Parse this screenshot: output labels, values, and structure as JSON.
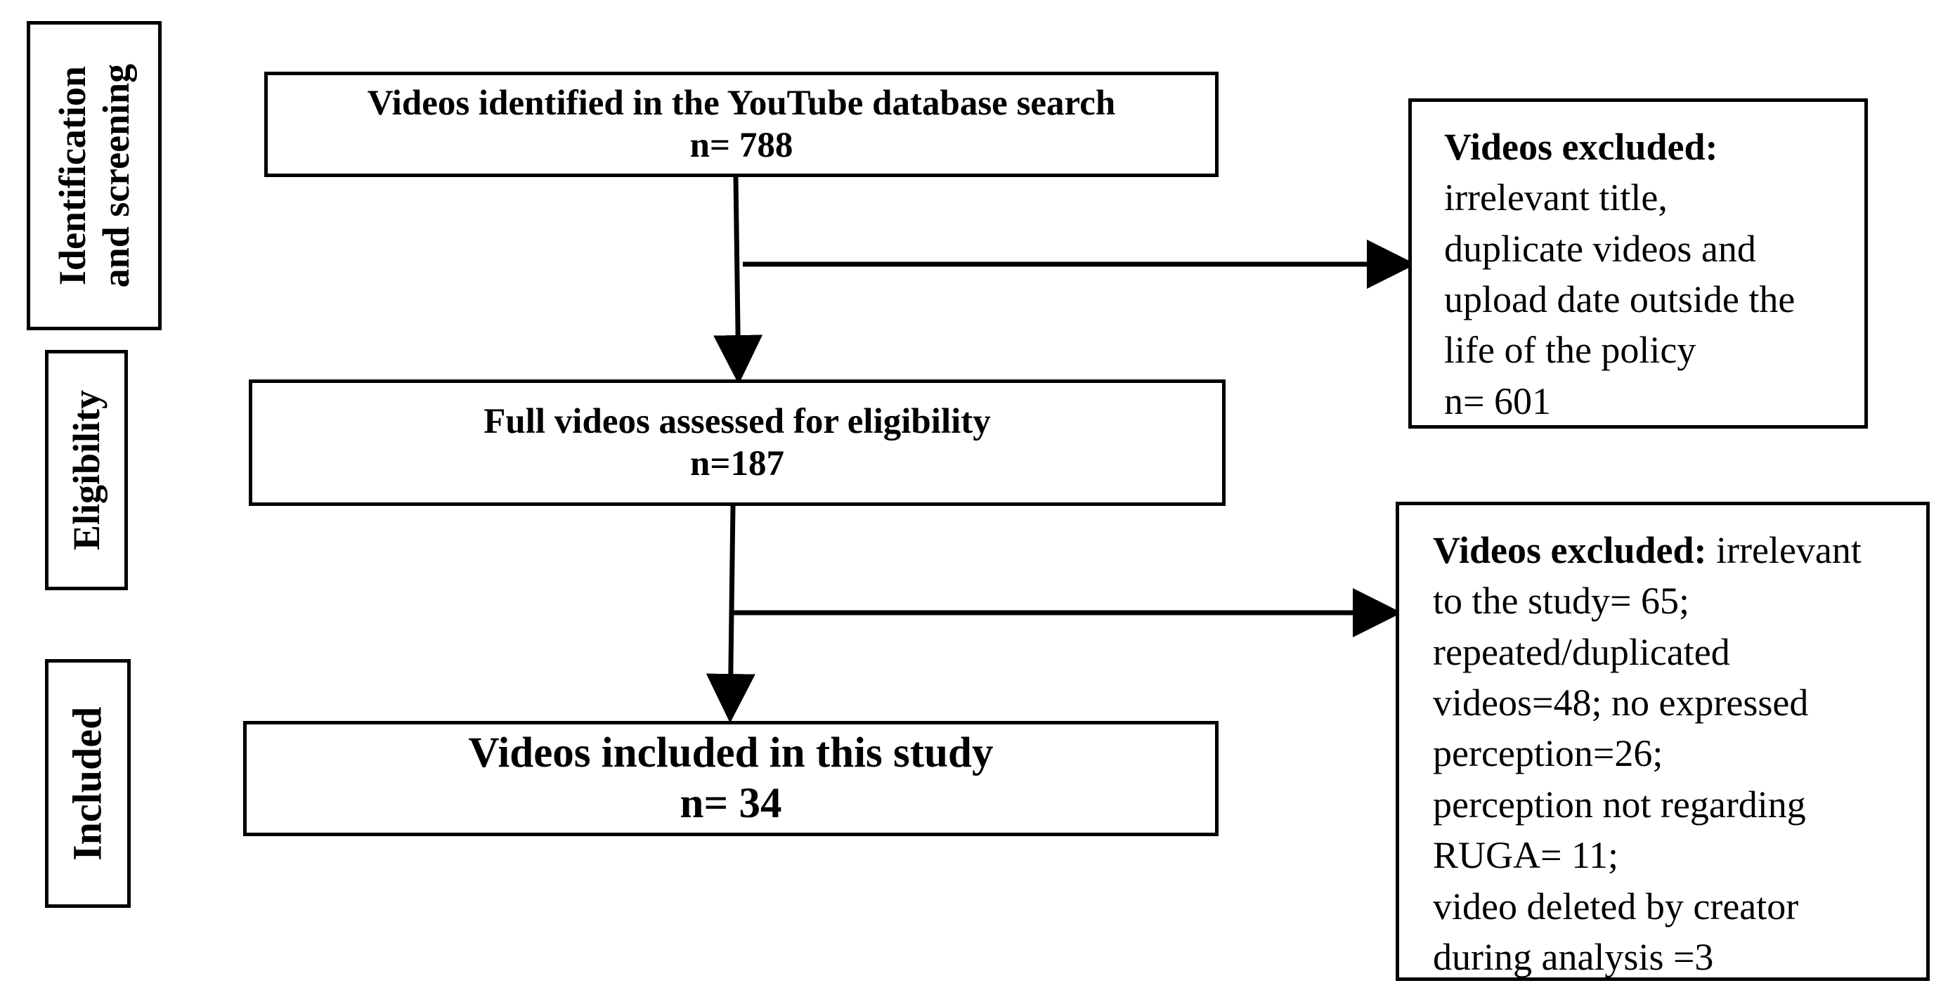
{
  "phases": {
    "identification": "Identification and screening",
    "identification_line1": "Identification",
    "identification_line2": "and screening",
    "eligibility": "Eligibility",
    "included": "Included"
  },
  "boxes": {
    "identified": {
      "title": "Videos identified in the YouTube database search",
      "count": "n= 788"
    },
    "assessed": {
      "title": "Full videos assessed for eligibility",
      "count": "n=187"
    },
    "included": {
      "title": "Videos included in this study",
      "count": "n= 34"
    }
  },
  "exclusions": {
    "first": {
      "heading": "Videos excluded:",
      "lines": [
        "irrelevant  title,",
        "duplicate videos and",
        "upload date outside the",
        "life  of the policy",
        "n= 601"
      ]
    },
    "second": {
      "heading": "Videos excluded:",
      "heading_tail": " irrelevant",
      "lines": [
        "to the study= 65;",
        "repeated/duplicated",
        "videos=48; no expressed",
        "perception=26;",
        "perception not regarding",
        "RUGA= 11;",
        "video deleted by creator",
        "during analysis =3"
      ]
    }
  }
}
